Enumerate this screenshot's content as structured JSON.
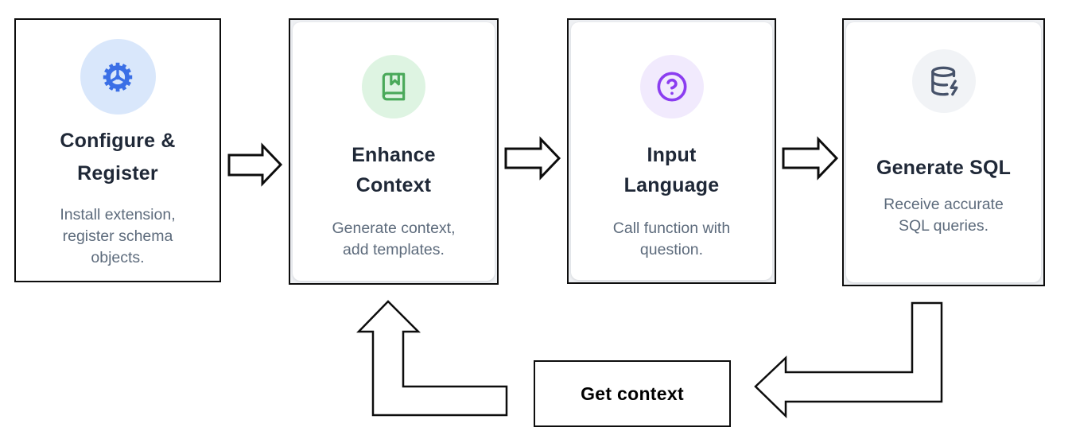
{
  "diagram": {
    "cards": [
      {
        "title": "Configure &\nRegister",
        "description": "Install extension,\nregister schema\nobjects.",
        "icon": "gear-icon",
        "icon_color": "#3b6fe6",
        "icon_bg": "#d9e7fb"
      },
      {
        "title": "Enhance\nContext",
        "description": "Generate context,\nadd templates.",
        "icon": "book-marked-icon",
        "icon_color": "#4aa95a",
        "icon_bg": "#def4e2"
      },
      {
        "title": "Input\nLanguage",
        "description": "Call function with\nquestion.",
        "icon": "help-circle-icon",
        "icon_color": "#8b3df0",
        "icon_bg": "#f1eafd"
      },
      {
        "title": "Generate SQL",
        "description": "Receive accurate\nSQL queries.",
        "icon": "database-zap-icon",
        "icon_color": "#46526a",
        "icon_bg": "#f1f3f6"
      }
    ],
    "loop_label": "Get context",
    "connections": [
      "configure-register -> enhance-context",
      "enhance-context -> input-language",
      "input-language -> generate-sql",
      "generate-sql -> get-context",
      "get-context -> enhance-context"
    ],
    "colors": {
      "title_text": "#1f2837",
      "description_text": "#5d6b7c",
      "outline": "#0d0d0d",
      "card_background": "#ffffff"
    }
  }
}
